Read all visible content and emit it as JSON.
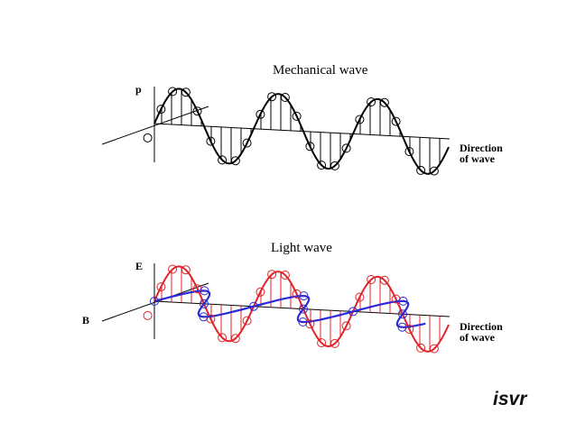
{
  "mechanical": {
    "title": "Mechanical wave",
    "axis_label": "p",
    "direction_label_line1": "Direction",
    "direction_label_line2": "of wave",
    "color": "#000000"
  },
  "light": {
    "title": "Light wave",
    "e_label": "E",
    "b_label": "B",
    "direction_label_line1": "Direction",
    "direction_label_line2": "of wave",
    "e_color": "#e0242a",
    "b_color": "#2a2ad8"
  },
  "logo": "isvr"
}
